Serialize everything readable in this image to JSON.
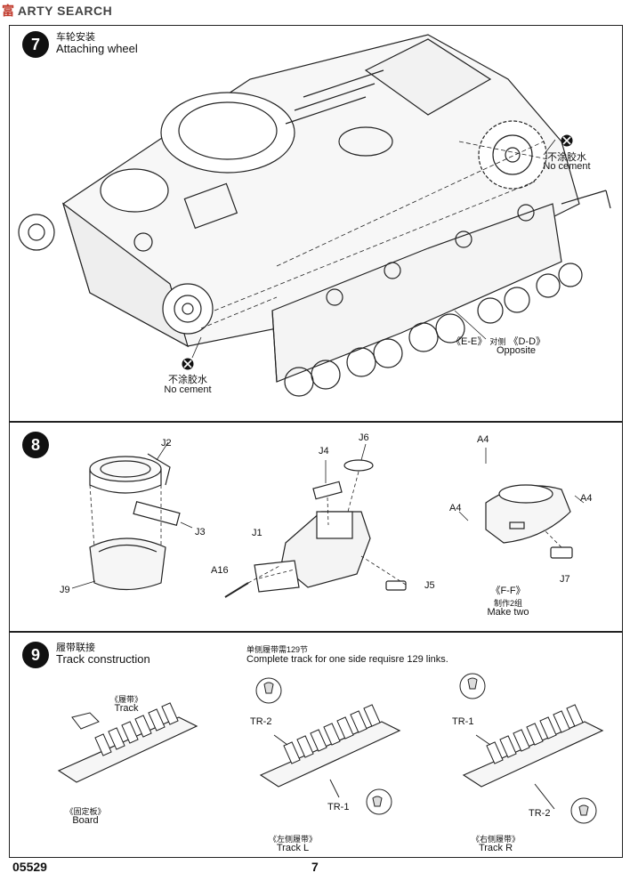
{
  "watermark": {
    "part_a": "富",
    "part_b": "ARTY SEARCH"
  },
  "step7": {
    "number": "7",
    "title_cn": "车轮安装",
    "title_en": "Attaching wheel",
    "no_cement_cn_1": "不涂胶水",
    "no_cement_en_1": "No cement",
    "no_cement_cn_2": "不涂胶水",
    "no_cement_en_2": "No cement",
    "assembly_ref": "《E-E》",
    "assembly_ref_cn": "对侧",
    "assembly_ref_2": "《D-D》",
    "opposite": "Opposite"
  },
  "step8": {
    "number": "8",
    "parts": {
      "j2": "J2",
      "j3": "J3",
      "j9": "J9",
      "j1": "J1",
      "j4": "J4",
      "j6": "J6",
      "j5": "J5",
      "a16": "A16",
      "a4_top": "A4",
      "a4_left": "A4",
      "a4_right": "A4",
      "j7": "J7"
    },
    "assembly_ref": "《F-F》",
    "make_two_cn": "制作2组",
    "make_two_en": "Make two"
  },
  "step9": {
    "number": "9",
    "title_cn": "履带联接",
    "title_en": "Track construction",
    "note_cn": "单侧履带需129节",
    "note_en": "Complete track for one side requisre 129 links.",
    "track_cn": "《履带》",
    "track_en": "Track",
    "board_cn": "《固定板》",
    "board_en": "Board",
    "tr2_left": "TR-2",
    "tr1_left": "TR-1",
    "left_track_cn": "《左侧履带》",
    "left_track_en": "Track L",
    "tr1_right": "TR-1",
    "tr2_right": "TR-2",
    "right_track_cn": "《右侧履带》",
    "right_track_en": "Track R"
  },
  "footer": {
    "kit_number": "05529",
    "page_number": "7"
  }
}
